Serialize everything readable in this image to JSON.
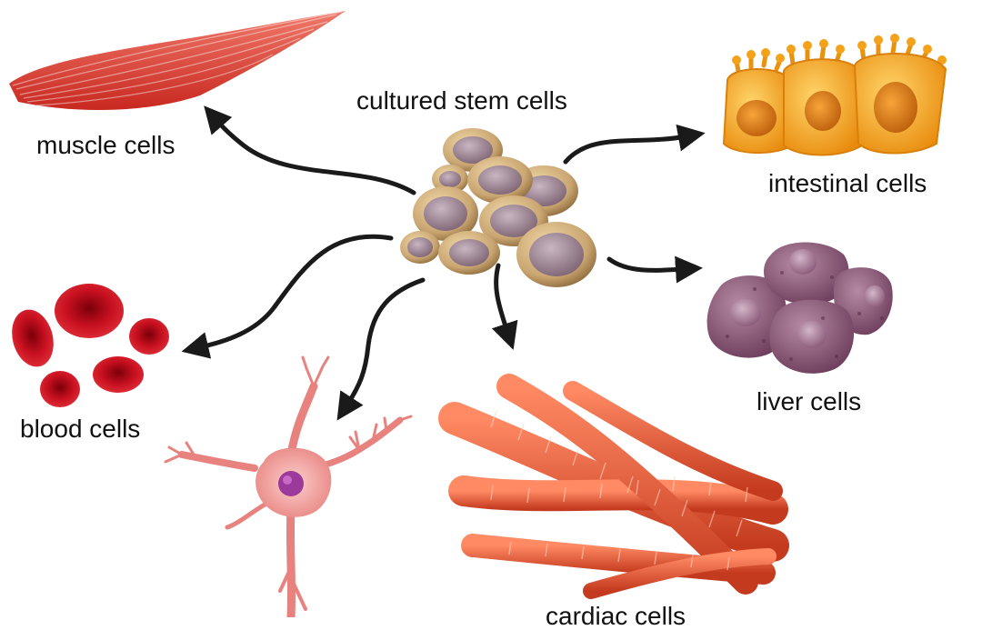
{
  "diagram": {
    "center_label": "cultured stem cells",
    "targets": {
      "muscle": "muscle cells",
      "intestinal": "intestinal cells",
      "liver": "liver cells",
      "blood": "blood cells",
      "cardiac": "cardiac cells"
    }
  },
  "colors": {
    "arrow": "#1a1a1a",
    "stem_cell_outer": "#c9a571",
    "stem_cell_nucleus": "#8f7789",
    "muscle": "#d9362d",
    "intestinal": "#f5a51c",
    "liver": "#8c5574",
    "blood": "#c0101a",
    "neuron": "#f09a98",
    "neuron_nucleus": "#9b3a9a",
    "cardiac": "#e2502e"
  }
}
